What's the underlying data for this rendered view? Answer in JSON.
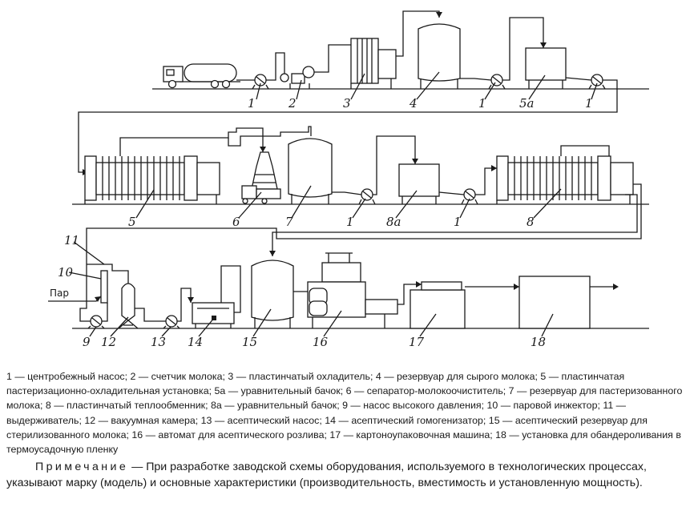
{
  "labels": {
    "l1a": "1",
    "l2": "2",
    "l3": "3",
    "l4": "4",
    "l1b": "1",
    "l5a": "5а",
    "l1c": "1",
    "l5": "5",
    "l6": "6",
    "l7": "7",
    "l1d": "1",
    "l8a": "8а",
    "l1e": "1",
    "l8": "8",
    "l11": "11",
    "l10": "10",
    "l9": "9",
    "l12": "12",
    "l13": "13",
    "l14": "14",
    "l15": "15",
    "l16": "16",
    "l17": "17",
    "l18": "18"
  },
  "steam_label": "Пар",
  "legend": {
    "text": "1 — центробежный насос; 2 — счетчик молока; 3 — пластинчатый охладитель; 4 — резервуар для сырого молока; 5 — пластинчатая пастеризационно-охладительная установка; 5а — уравнительный бачок; 6 — сепаратор-молокоочиститель; 7 — резервуар для пастеризованного молока; 8 — пластинчатый теплообменник; 8а — уравнительный бачок; 9 — насос высокого давления; 10 — паровой инжектор; 11 — выдерживатель; 12 — вакуумная камера; 13 — асептический насос; 14 — асептический гомогенизатор; 15 — асептический резервуар для стерилизованного молока; 16 — автомат для асептического розлива; 17 — картоноупаковочная машина; 18 — установка для обандероливания в термоусадочную пленку"
  },
  "note": {
    "heading": "Примечание",
    "text": " — При разработке заводской схемы оборудования, используемого в технологических процессах, указывают марку (модель) и основные характеристики (производительность, вместимость и установленную мощность)."
  }
}
